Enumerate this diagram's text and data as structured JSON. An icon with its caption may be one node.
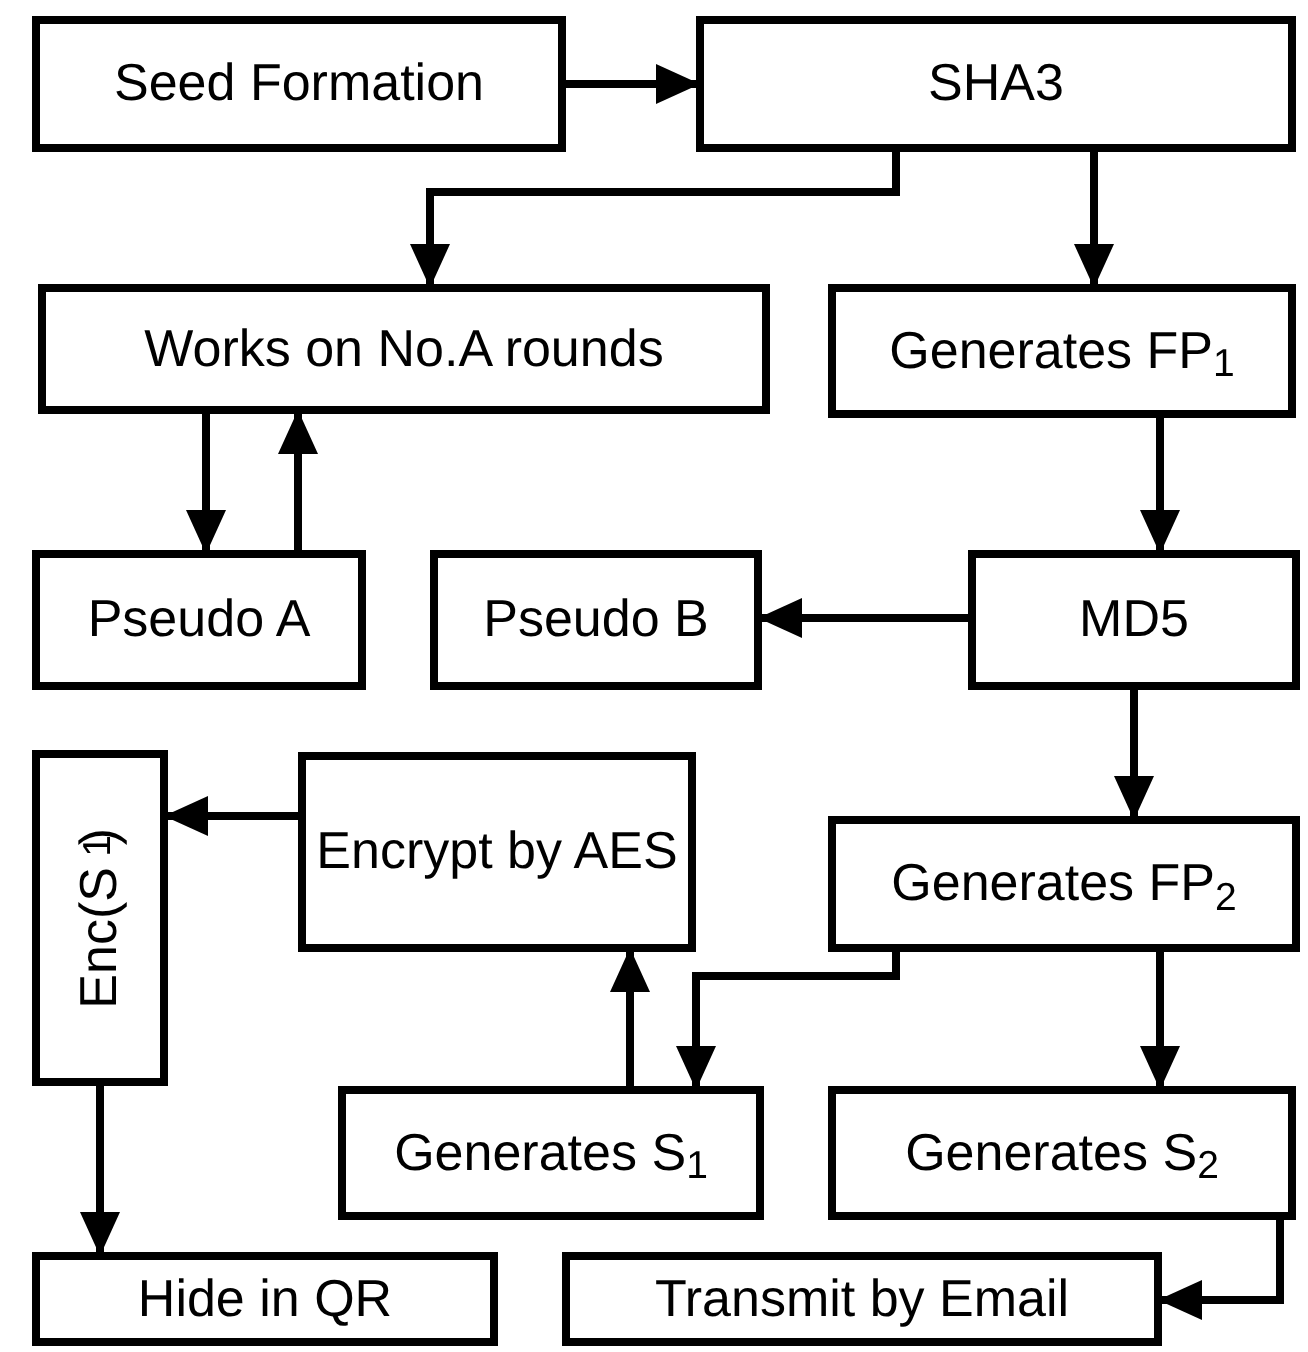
{
  "diagram": {
    "nodes": [
      {
        "text": [
          "Seed Formation"
        ]
      },
      {
        "text": [
          "SHA3"
        ]
      },
      {
        "text": [
          "Works on No.A rounds"
        ]
      },
      {
        "text": [
          "Generates FP$_{1}$"
        ]
      },
      {
        "text": [
          "Pseudo A"
        ]
      },
      {
        "text": [
          "Pseudo B"
        ]
      },
      {
        "text": [
          "MD5"
        ]
      },
      {
        "text": [
          "Enc(S$_{1}$)"
        ]
      },
      {
        "text": [
          "Encrypt by AES"
        ]
      },
      {
        "text": [
          "Generates FP$_{2}$"
        ]
      },
      {
        "text": [
          "Generates S$_{1}$"
        ]
      },
      {
        "text": [
          "Generates S$_{2}$"
        ]
      },
      {
        "text": [
          "Hide in QR"
        ]
      },
      {
        "text": [
          "Transmit by Email"
        ]
      }
    ],
    "edges": [
      {
        "from": 0,
        "to": 1,
        "arrow": "to"
      },
      {
        "from": 1,
        "to": 2,
        "arrow": "to"
      },
      {
        "from": 1,
        "to": 3,
        "arrow": "to"
      },
      {
        "from": 2,
        "to": 4,
        "arrow": "to"
      },
      {
        "from": 4,
        "to": 2,
        "arrow": "to"
      },
      {
        "from": 3,
        "to": 6,
        "arrow": "to"
      },
      {
        "from": 6,
        "to": 5,
        "arrow": "to"
      },
      {
        "from": 6,
        "to": 9,
        "arrow": "to"
      },
      {
        "from": 8,
        "to": 7,
        "arrow": "to"
      },
      {
        "from": 9,
        "to": 10,
        "arrow": "to"
      },
      {
        "from": 9,
        "to": 11,
        "arrow": "to"
      },
      {
        "from": 10,
        "to": 8,
        "arrow": "to"
      },
      {
        "from": 7,
        "to": 12,
        "arrow": "to"
      },
      {
        "from": 11,
        "to": 13,
        "arrow": "to"
      }
    ]
  }
}
